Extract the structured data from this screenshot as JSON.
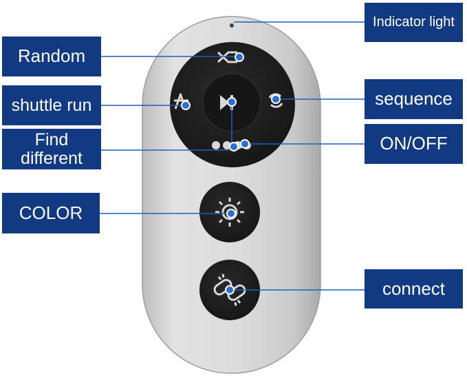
{
  "labels": {
    "random": "Random",
    "shuttle_run": "shuttle run",
    "find_different_line1": "Find",
    "find_different_line2": "different",
    "color": "COLOR",
    "indicator_light": "Indicator light",
    "sequence": "sequence",
    "on_off": "ON/OFF",
    "connect": "connect"
  },
  "colors": {
    "label_background": "#123a83",
    "label_text": "#ffffff",
    "callout_line": "#1f5fbf",
    "remote_body": "#d9d9d9",
    "button_face": "#1c1c1c",
    "icon": "#d8d8d8"
  }
}
